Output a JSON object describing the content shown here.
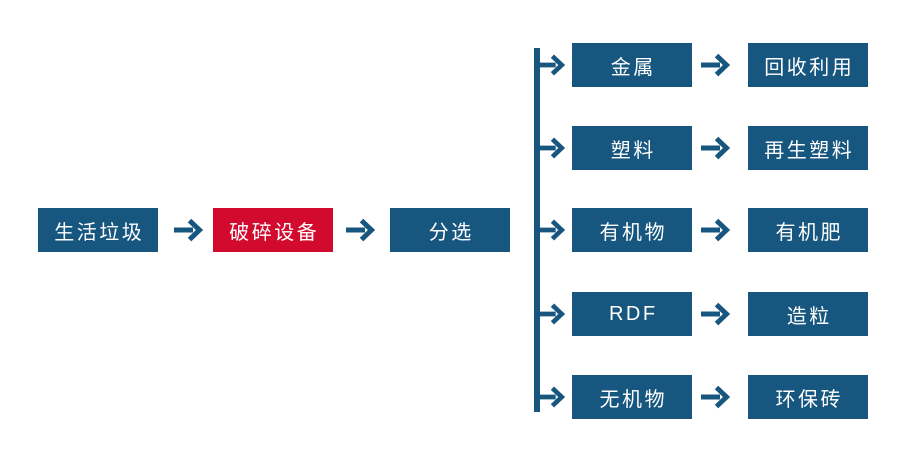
{
  "colors": {
    "canvas_bg": "#ffffff",
    "node_blue": "#17567e",
    "node_red": "#d20a2e",
    "connector": "#17567e",
    "text": "#ffffff"
  },
  "main_chain": [
    {
      "id": "household-waste",
      "label": "生活垃圾"
    },
    {
      "id": "crushing-equipment",
      "label": "破碎设备"
    },
    {
      "id": "sorting",
      "label": "分选"
    }
  ],
  "branches": [
    {
      "source": "金属",
      "target": "回收利用"
    },
    {
      "source": "塑料",
      "target": "再生塑料"
    },
    {
      "source": "有机物",
      "target": "有机肥"
    },
    {
      "source": "RDF",
      "target": "造粒"
    },
    {
      "source": "无机物",
      "target": "环保砖"
    }
  ],
  "icons": {
    "arrow": "→"
  }
}
